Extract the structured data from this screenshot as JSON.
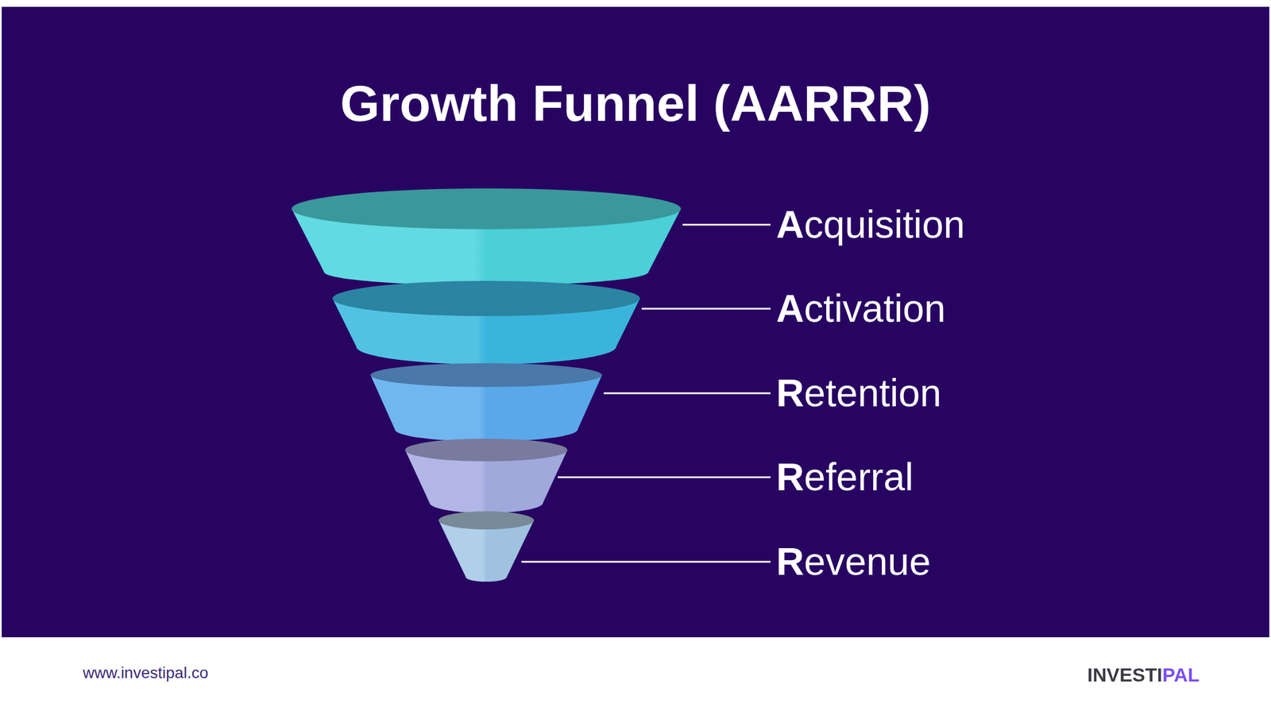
{
  "diagram": {
    "title": "Growth Funnel (AARRR)",
    "labels": [
      "Acquisition",
      "Activation",
      "Retention",
      "Referral",
      "Revenue",
      "www.investipal.co",
      "INVESTIPAL"
    ]
  }
}
